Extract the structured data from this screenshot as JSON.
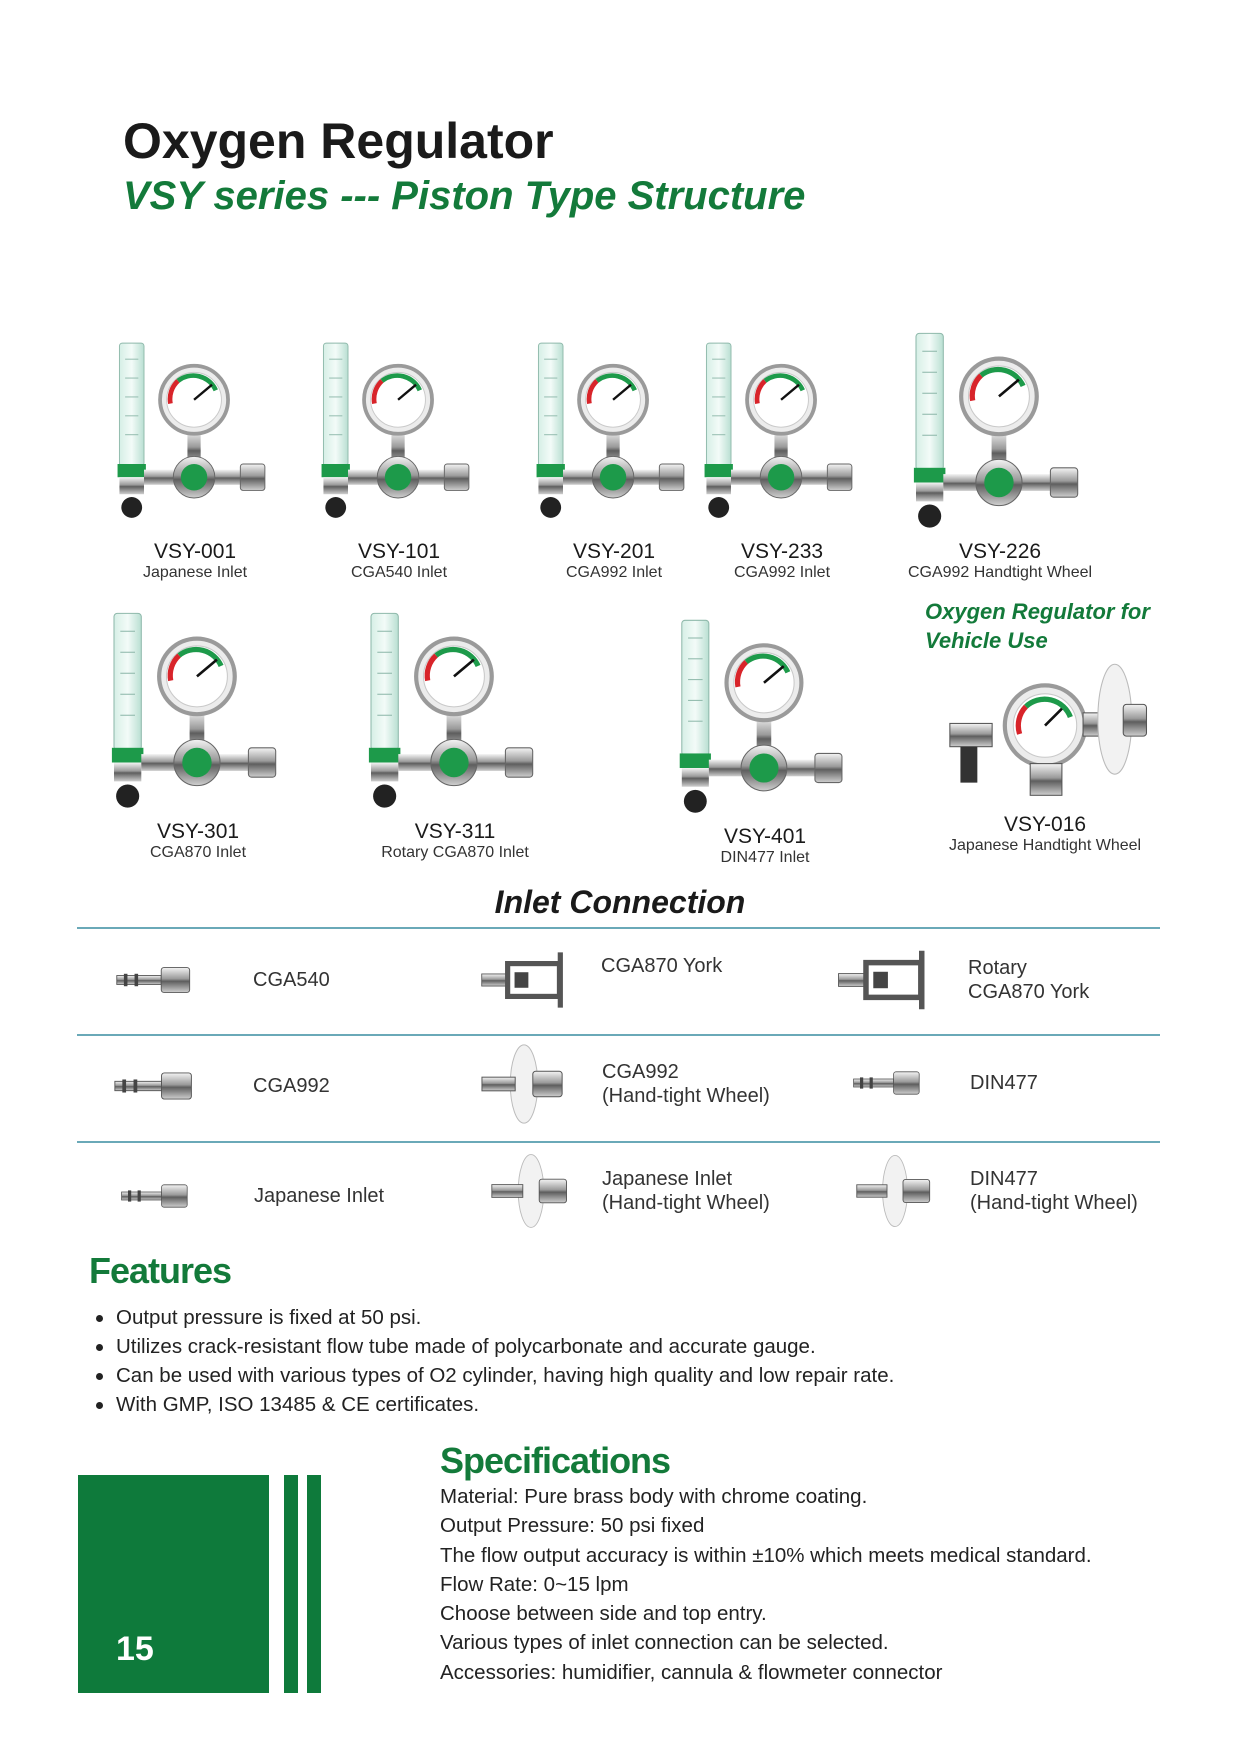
{
  "header": {
    "title": "Oxygen Regulator",
    "subtitle": "VSY series --- Piston Type Structure"
  },
  "products": [
    {
      "model": "VSY-001",
      "inlet": "Japanese Inlet"
    },
    {
      "model": "VSY-101",
      "inlet": "CGA540 Inlet"
    },
    {
      "model": "VSY-201",
      "inlet": "CGA992 Inlet"
    },
    {
      "model": "VSY-233",
      "inlet": "CGA992 Inlet"
    },
    {
      "model": "VSY-226",
      "inlet": "CGA992 Handtight Wheel"
    },
    {
      "model": "VSY-301",
      "inlet": "CGA870 Inlet"
    },
    {
      "model": "VSY-311",
      "inlet": "Rotary CGA870 Inlet"
    },
    {
      "model": "VSY-401",
      "inlet": "DIN477 Inlet"
    },
    {
      "model": "VSY-016",
      "inlet": "Japanese Handtight Wheel"
    }
  ],
  "vehicle": {
    "line1": "Oxygen Regulator for",
    "line2": "Vehicle Use"
  },
  "inlet_connection": {
    "heading": "Inlet Connection",
    "items": [
      {
        "line1": "CGA540",
        "line2": ""
      },
      {
        "line1": "CGA870 York",
        "line2": ""
      },
      {
        "line1": "Rotary",
        "line2": "CGA870 York"
      },
      {
        "line1": "CGA992",
        "line2": ""
      },
      {
        "line1": "CGA992",
        "line2": "(Hand-tight Wheel)"
      },
      {
        "line1": "DIN477",
        "line2": ""
      },
      {
        "line1": "Japanese Inlet",
        "line2": ""
      },
      {
        "line1": "Japanese Inlet",
        "line2": "(Hand-tight Wheel)"
      },
      {
        "line1": "DIN477",
        "line2": "(Hand-tight Wheel)"
      }
    ]
  },
  "features": {
    "heading": "Features",
    "items": [
      "Output pressure is fixed at 50 psi.",
      "Utilizes crack-resistant flow tube made of polycarbonate and accurate gauge.",
      "Can be used with various types of O2 cylinder, having high quality and low repair rate.",
      "With GMP, ISO 13485 & CE certificates."
    ]
  },
  "specifications": {
    "heading": "Specifications",
    "items": [
      "Material: Pure brass body with chrome coating.",
      "Output Pressure: 50 psi fixed",
      "The flow output accuracy is within ±10% which meets medical standard.",
      "Flow Rate: 0~15 lpm",
      "Choose between side and top entry.",
      "Various types of inlet connection can be selected.",
      "Accessories: humidifier, cannula & flowmeter connector"
    ]
  },
  "page_number": "15",
  "brand_colors": {
    "green": "#0e7a3b",
    "divider": "#6aa9b8"
  }
}
